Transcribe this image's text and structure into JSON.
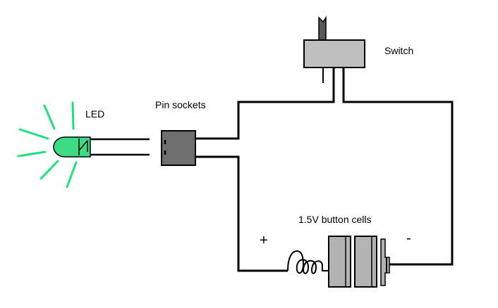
{
  "labels": {
    "switch": "Switch",
    "led": "LED",
    "pin_sockets": "Pin sockets",
    "button_cells": "1.5V button cells",
    "plus": "+",
    "minus": "-"
  },
  "colors": {
    "wire": "#000000",
    "led_green": "#3ddc84",
    "led_glow": "#1fe07a",
    "socket_fill": "#6f6f6f",
    "switch_fill": "#bfbfbf",
    "switch_toggle": "#595959",
    "cell_fill": "#b3b3b3"
  }
}
